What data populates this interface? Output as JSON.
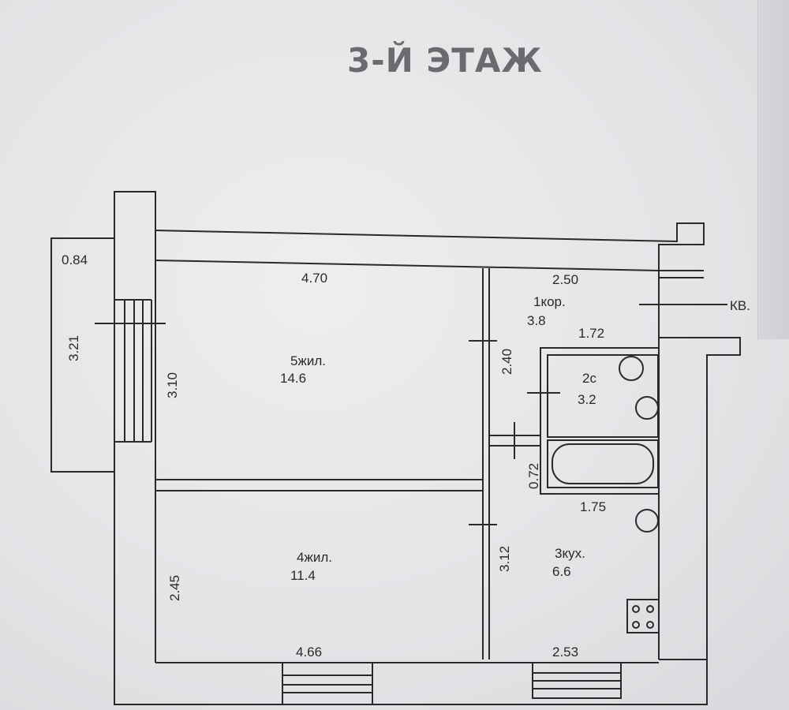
{
  "title": "3-Й ЭТАЖ",
  "dimensions": {
    "balcony_top": "0.84",
    "balcony_side": "3.21",
    "room5_width": "4.70",
    "room5_height": "3.10",
    "corridor_width": "2.50",
    "corridor_height": "2.40",
    "bath_width": "1.72",
    "bath_gap": "0.72",
    "bath_bottom": "1.75",
    "room4_height": "2.45",
    "kitchen_height": "3.12",
    "room4_width": "4.66",
    "kitchen_width": "2.53"
  },
  "rooms": {
    "r5": {
      "name": "5жил.",
      "area": "14.6"
    },
    "r1": {
      "name": "1кор.",
      "area": "3.8"
    },
    "r2": {
      "name": "2с",
      "area": "3.2"
    },
    "r4": {
      "name": "4жил.",
      "area": "11.4"
    },
    "r3": {
      "name": "3кух.",
      "area": "6.6"
    }
  },
  "apartment_label": "КВ."
}
